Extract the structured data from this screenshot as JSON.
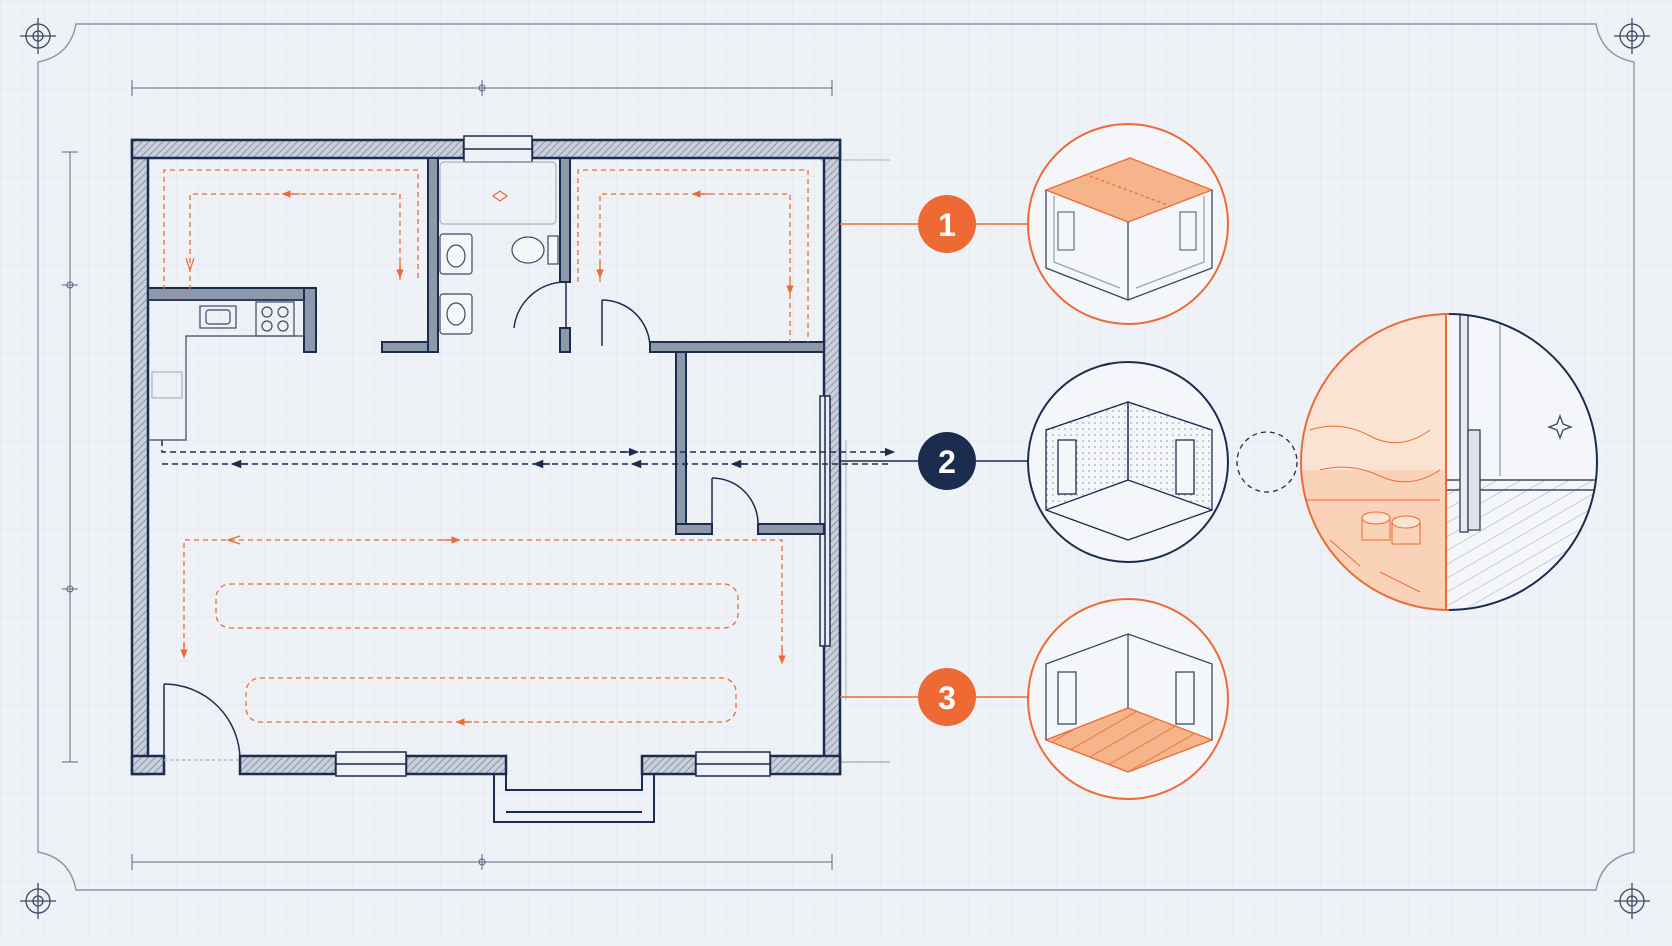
{
  "steps": [
    {
      "number": "1",
      "target": "ceiling"
    },
    {
      "number": "2",
      "target": "walls"
    },
    {
      "number": "3",
      "target": "floor"
    }
  ],
  "colors": {
    "paper": "#eef1f5",
    "grid": "#dde3ec",
    "navy": "#1b2d4f",
    "orange": "#ee6a35",
    "wall_fill": "#8d99ab",
    "light_line": "#9aa6b8"
  }
}
